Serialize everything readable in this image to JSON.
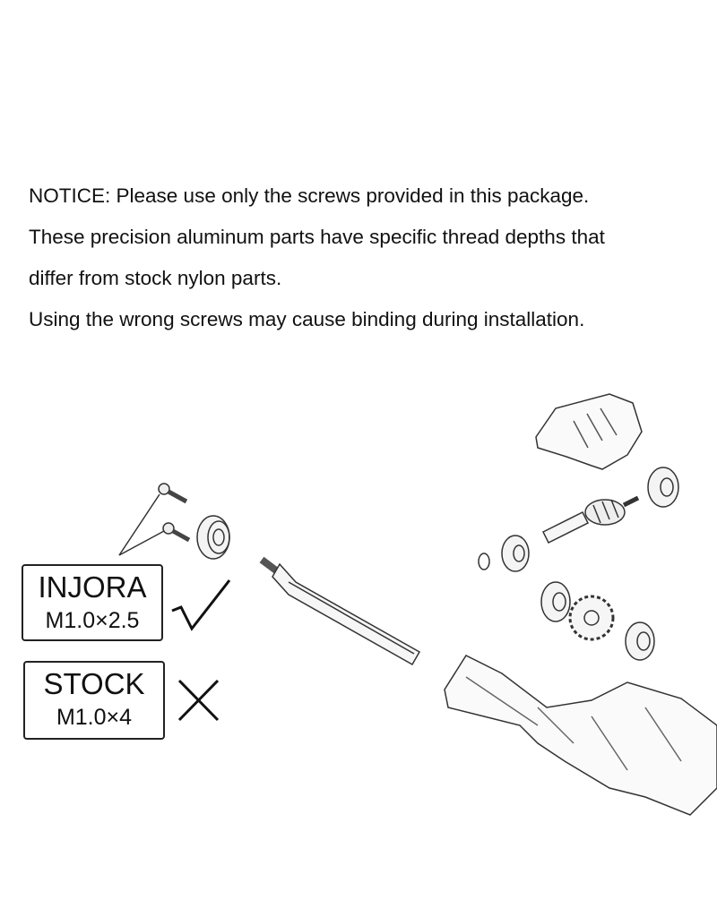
{
  "notice": {
    "lines": [
      "NOTICE: Please use only the screws provided in this package.",
      "These precision aluminum parts have specific thread depths that",
      "differ from stock nylon parts.",
      "Using the wrong screws may cause binding during installation."
    ]
  },
  "labels": {
    "correct": {
      "brand": "INJORA",
      "size": "M1.0×2.5",
      "mark": "check-mark"
    },
    "wrong": {
      "brand": "STOCK",
      "size": "M1.0×4",
      "mark": "cross-mark"
    }
  }
}
